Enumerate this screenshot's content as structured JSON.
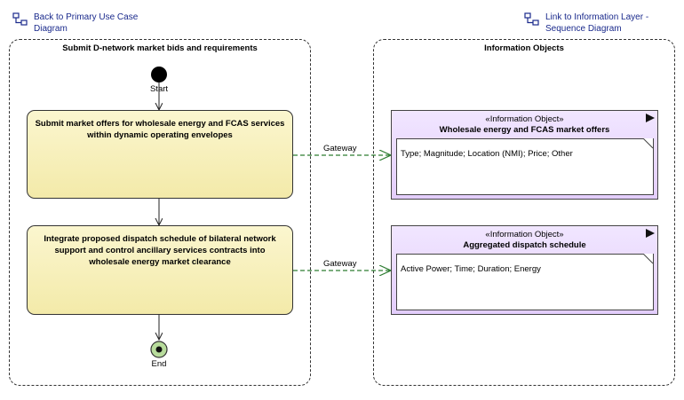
{
  "links": {
    "back": {
      "label": "Back to Primary Use Case\nDiagram",
      "icon": "diagram-link-icon"
    },
    "info_layer": {
      "label": "Link to Information Layer -\nSequence Diagram",
      "icon": "diagram-link-icon"
    }
  },
  "partitions": {
    "left": {
      "title": "Submit D-network market bids and requirements"
    },
    "right": {
      "title": "Information Objects"
    }
  },
  "nodes": {
    "start": "Start",
    "end": "End"
  },
  "actions": [
    {
      "label": "Submit market offers for wholesale energy and FCAS services within dynamic operating envelopes"
    },
    {
      "label": "Integrate proposed dispatch schedule of bilateral network support and control ancillary services contracts into wholesale energy market clearance"
    }
  ],
  "info_objects": [
    {
      "stereotype": "«Information Object»",
      "name": "Wholesale energy and FCAS market offers",
      "attributes": "Type; Magnitude; Location (NMI); Price; Other"
    },
    {
      "stereotype": "«Information Object»",
      "name": "Aggregated dispatch schedule",
      "attributes": "Active Power; Time; Duration; Energy"
    }
  ],
  "flows": [
    {
      "label": "Gateway"
    },
    {
      "label": "Gateway"
    }
  ],
  "colors": {
    "action_fill": "#f6eebb",
    "io_fill": "#e8d6fe",
    "link_text": "#1a2a8c",
    "end_fill": "#b8dc9c"
  }
}
